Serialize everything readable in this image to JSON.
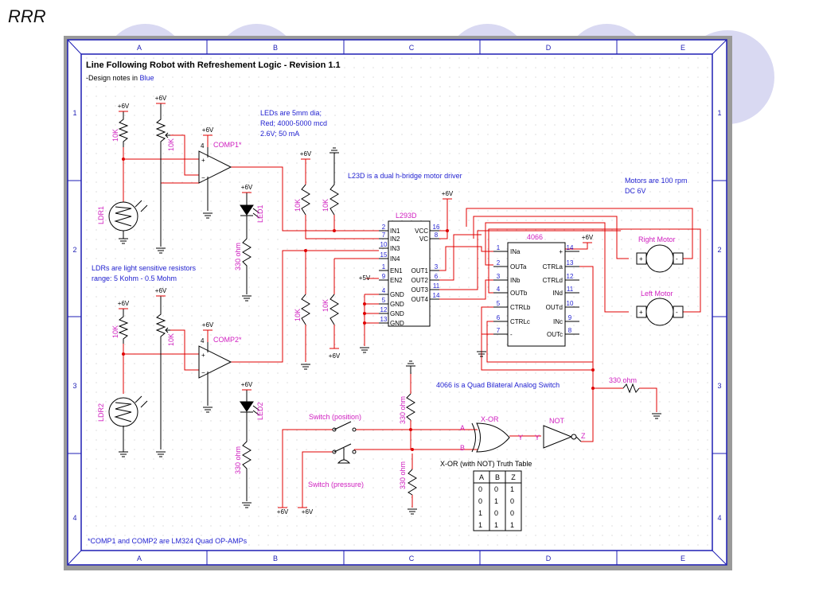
{
  "slide": {
    "title": "RRR"
  },
  "sheet": {
    "title": "Line Following Robot with Refreshement Logic - Revision 1.1",
    "note_prefix": "-Design notes in ",
    "note_blue": "Blue",
    "columns": [
      "A",
      "B",
      "C",
      "D",
      "E"
    ],
    "rows": [
      "1",
      "2",
      "3",
      "4"
    ]
  },
  "notes": {
    "leds": [
      "LEDs are 5mm dia;",
      "Red; 4000-5000 mcd",
      "2.6V; 50 mA"
    ],
    "driver": "L23D is a dual h-bridge motor driver",
    "motors": [
      "Motors are 100 rpm",
      "DC 6V"
    ],
    "ldrs": [
      "LDRs are light sensitive resistors",
      "range: 5 Kohm - 0.5 Mohm"
    ],
    "switch4066": "4066 is a Quad Bilateral Analog Switch",
    "opamps": "*COMP1 and COMP2 are LM324 Quad OP-AMPs"
  },
  "parts": {
    "v6": "+6V",
    "v5": "+5V",
    "r10k": "10K",
    "r330": "330 ohm",
    "comp1": "COMP1*",
    "comp2": "COMP2*",
    "ldr1": "LDR1",
    "ldr2": "LDR2",
    "led1": "LED1",
    "led2": "LED2",
    "opamp_unit": "4",
    "right_motor": "Right Motor",
    "left_motor": "Left Motor",
    "switch_pos": "Switch (position)",
    "switch_press": "Switch (pressure)",
    "xor": "X-OR",
    "not": "NOT",
    "truth_title": "X-OR (with NOT) Truth Table"
  },
  "l293d": {
    "name": "L293D",
    "left_pins": [
      {
        "num": "2",
        "name": "IN1"
      },
      {
        "num": "7",
        "name": "IN2"
      },
      {
        "num": "10",
        "name": "IN3"
      },
      {
        "num": "15",
        "name": "IN4"
      },
      {
        "num": "1",
        "name": "EN1"
      },
      {
        "num": "9",
        "name": "EN2"
      },
      {
        "num": "4",
        "name": "GND"
      },
      {
        "num": "5",
        "name": "GND"
      },
      {
        "num": "12",
        "name": "GND"
      },
      {
        "num": "13",
        "name": "GND"
      }
    ],
    "right_pins": [
      {
        "num": "16",
        "name": "VCC"
      },
      {
        "num": "8",
        "name": "VC"
      },
      {
        "num": "3",
        "name": "OUT1"
      },
      {
        "num": "6",
        "name": "OUT2"
      },
      {
        "num": "11",
        "name": "OUT3"
      },
      {
        "num": "14",
        "name": "OUT4"
      }
    ]
  },
  "cd4066": {
    "name": "4066",
    "left_pins": [
      {
        "num": "1",
        "name": "INa"
      },
      {
        "num": "2",
        "name": "OUTa"
      },
      {
        "num": "3",
        "name": "INb"
      },
      {
        "num": "4",
        "name": "OUTb"
      },
      {
        "num": "5",
        "name": "CTRLb"
      },
      {
        "num": "6",
        "name": "CTRLc"
      },
      {
        "num": "7",
        "name": "-"
      }
    ],
    "right_pins": [
      {
        "num": "14",
        "name": "+"
      },
      {
        "num": "13",
        "name": "CTRLa"
      },
      {
        "num": "12",
        "name": "CTRLd"
      },
      {
        "num": "11",
        "name": "INd"
      },
      {
        "num": "10",
        "name": "OUTd"
      },
      {
        "num": "9",
        "name": "INc"
      },
      {
        "num": "8",
        "name": "OUTc"
      }
    ]
  },
  "truth_table": {
    "headers": [
      "A",
      "B",
      "Z"
    ],
    "rows": [
      [
        "0",
        "0",
        "1"
      ],
      [
        "0",
        "1",
        "0"
      ],
      [
        "1",
        "0",
        "0"
      ],
      [
        "1",
        "1",
        "1"
      ]
    ]
  },
  "gate_pins": {
    "a": "A",
    "b": "B",
    "y": "Y",
    "z": "Z"
  },
  "colors": {
    "wire": "#e00000",
    "note": "#1f1fd0",
    "label": "#d020c0",
    "ink": "#000000",
    "frame": "#1e1eb4"
  }
}
